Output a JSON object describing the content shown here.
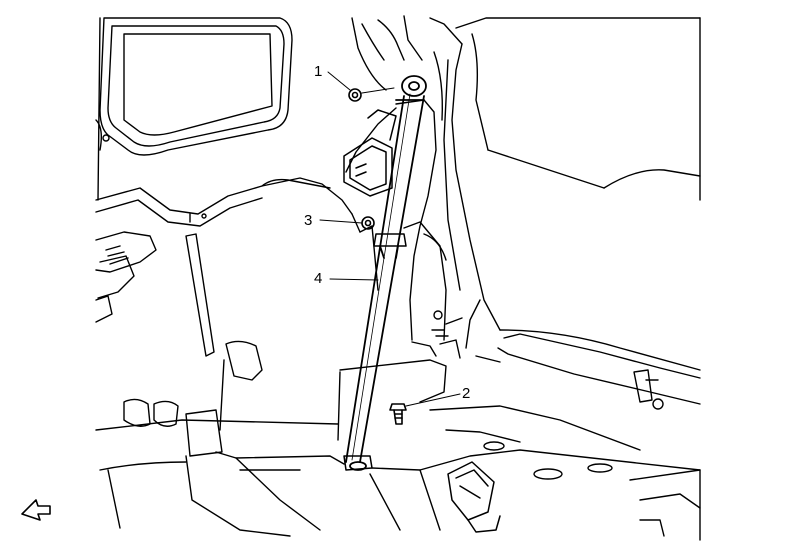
{
  "callouts": [
    {
      "id": "1"
    },
    {
      "id": "2"
    },
    {
      "id": "3"
    },
    {
      "id": "4"
    }
  ],
  "icons": {
    "view_direction": "arrow-icon"
  },
  "colors": {
    "line": "#000000",
    "background": "#ffffff"
  }
}
